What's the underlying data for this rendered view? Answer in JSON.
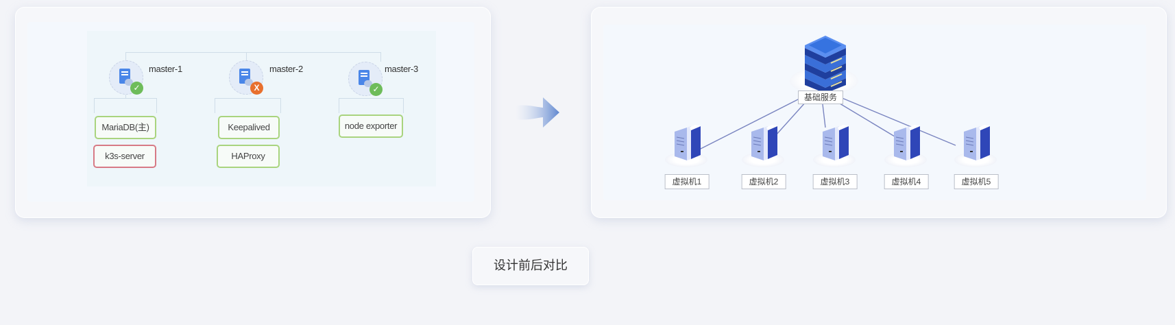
{
  "before": {
    "nodes": [
      {
        "name": "master-1",
        "status": "ok",
        "status_glyph": "✓",
        "services": [
          {
            "label": "MariaDB(主)",
            "state": "ok"
          },
          {
            "label": "k3s-server",
            "state": "error"
          }
        ]
      },
      {
        "name": "master-2",
        "status": "error",
        "status_glyph": "X",
        "services": [
          {
            "label": "Keepalived",
            "state": "ok"
          },
          {
            "label": "HAProxy",
            "state": "ok"
          }
        ]
      },
      {
        "name": "master-3",
        "status": "ok",
        "status_glyph": "✓",
        "services": [
          {
            "label": "node exporter",
            "state": "ok"
          }
        ]
      }
    ]
  },
  "arrow_icon": "arrow-right-icon",
  "after": {
    "hub": {
      "label": "基础服务",
      "icon": "server-stack-icon"
    },
    "vms": [
      {
        "label": "虚拟机1"
      },
      {
        "label": "虚拟机2"
      },
      {
        "label": "虚拟机3"
      },
      {
        "label": "虚拟机4"
      },
      {
        "label": "虚拟机5"
      }
    ]
  },
  "caption": "设计前后对比",
  "colors": {
    "ok_green": "#6ebc5a",
    "error_orange": "#e8702e",
    "error_red_border": "#d77a85",
    "ok_green_border": "#a9d47e",
    "server_blue": "#3a6fd8",
    "link_line": "#7a85c0"
  }
}
